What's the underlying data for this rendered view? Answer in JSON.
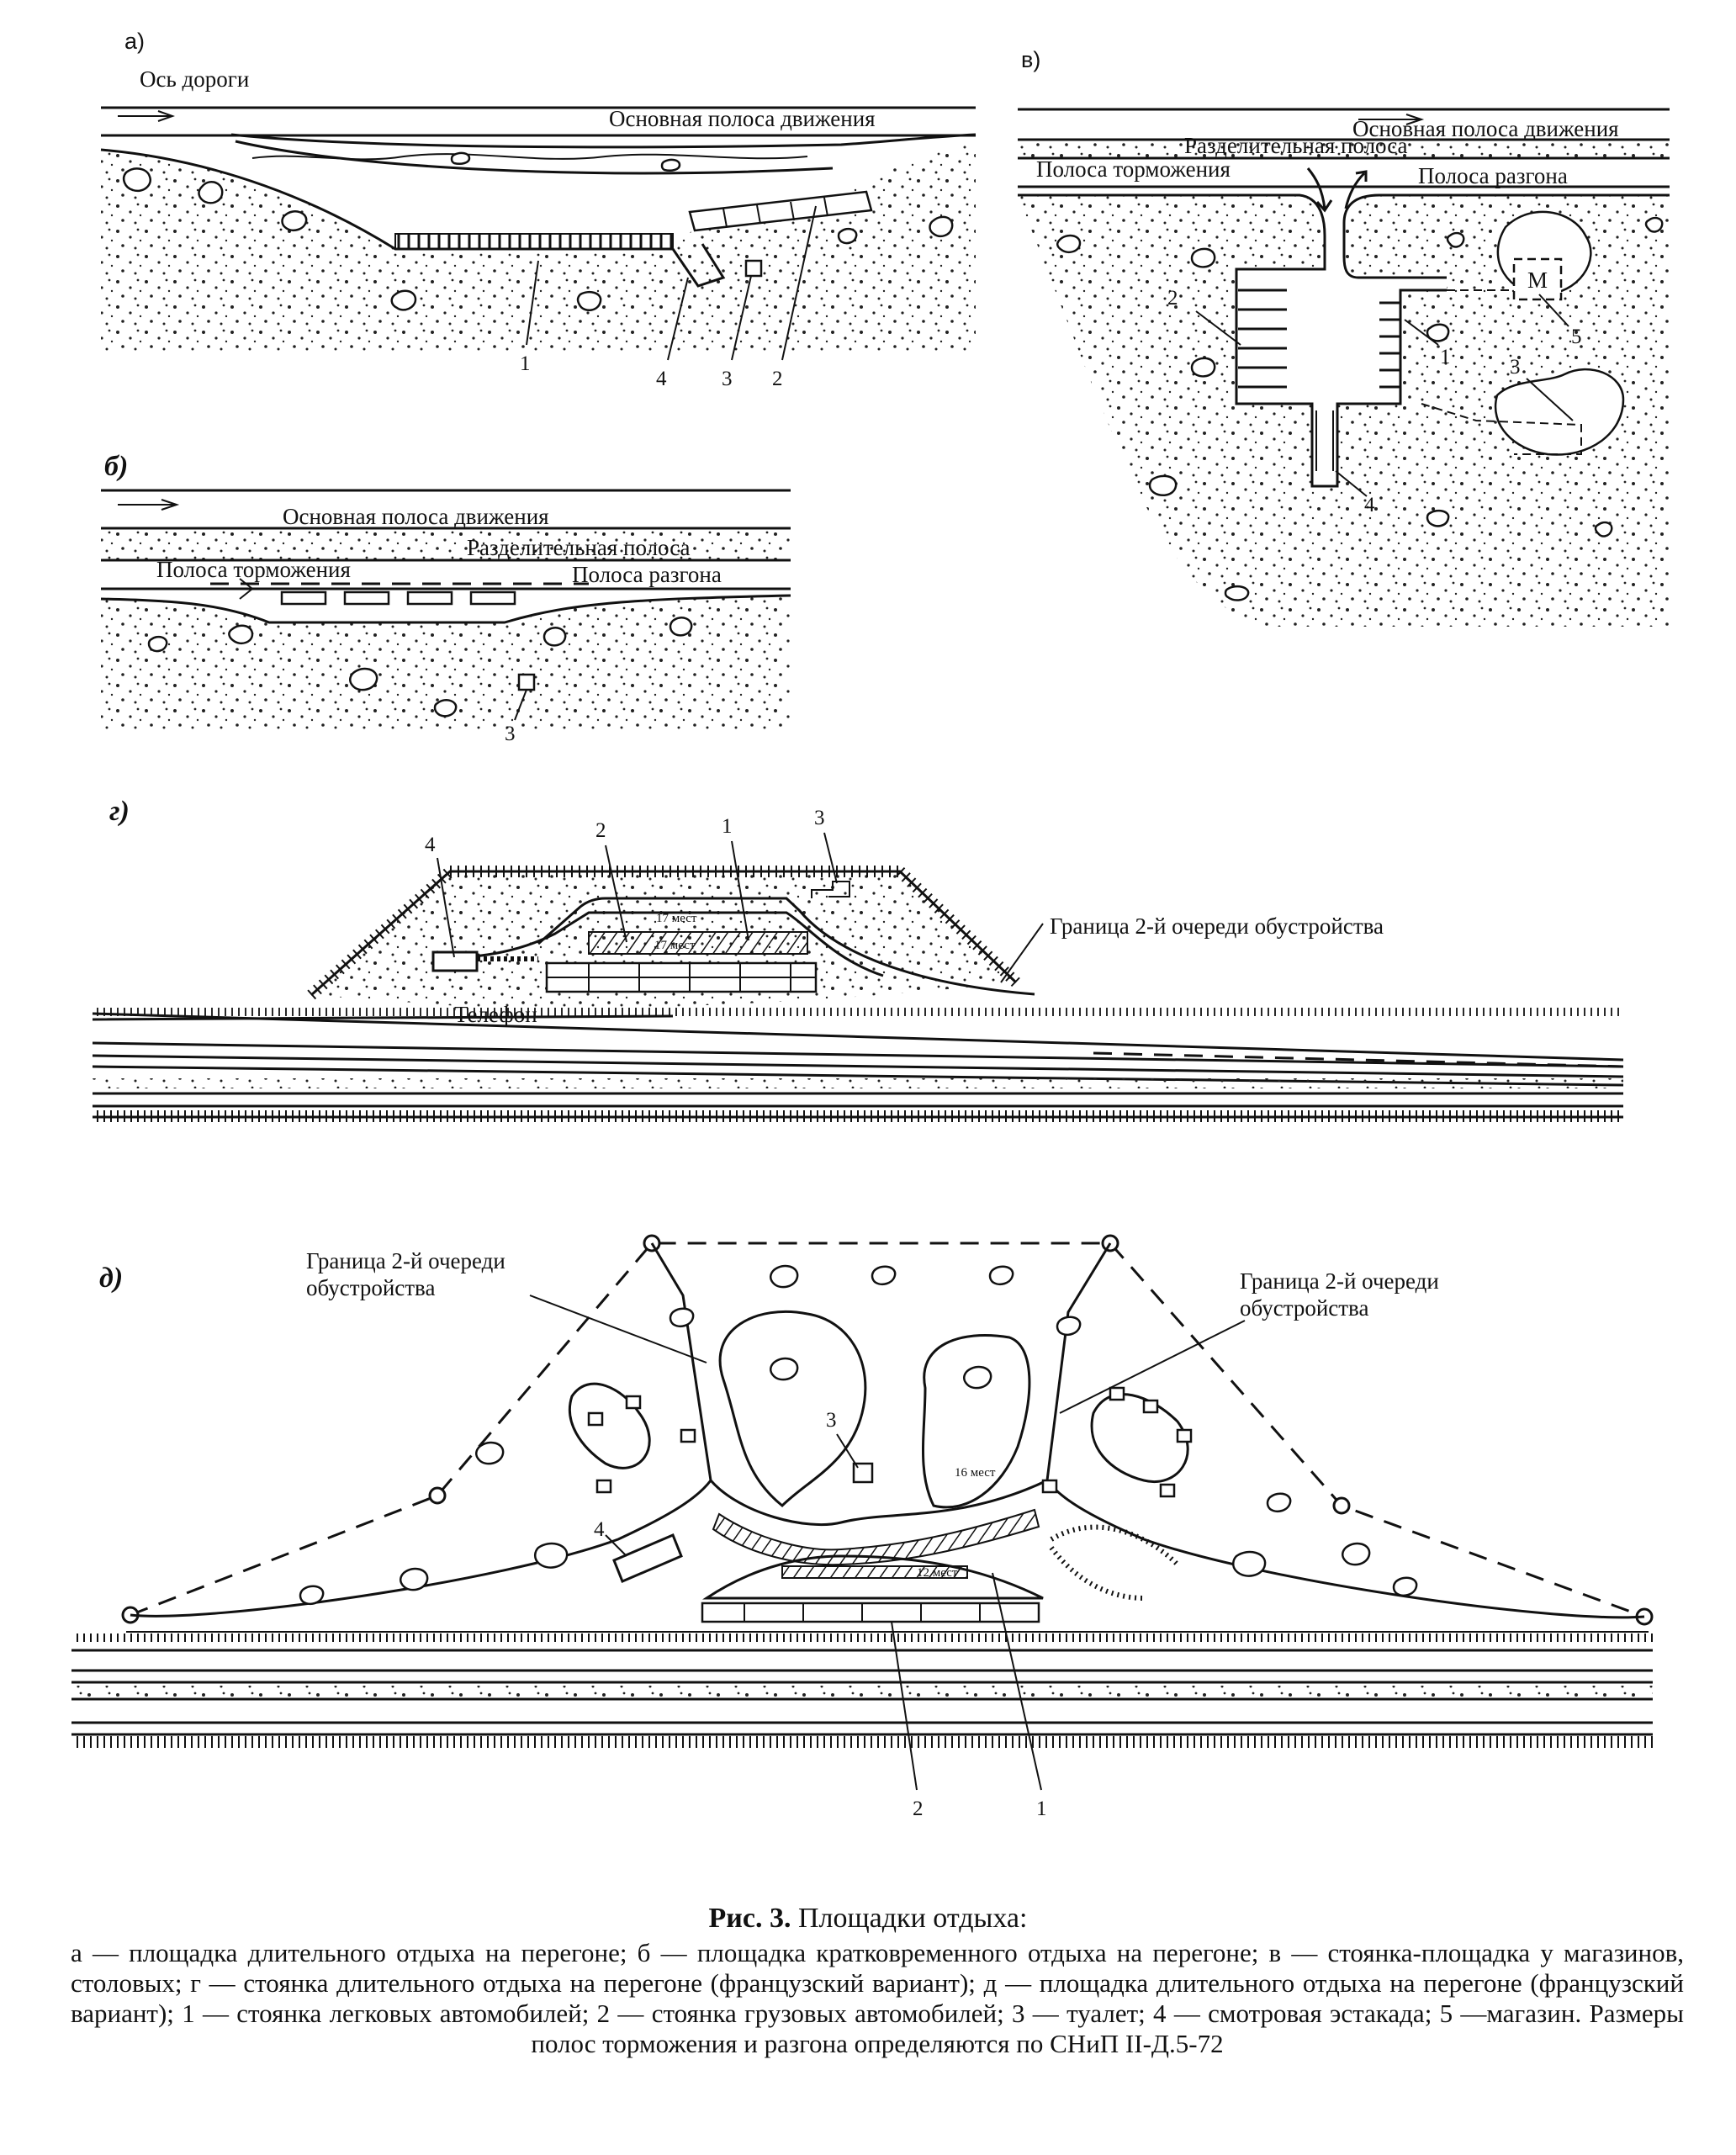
{
  "panels": {
    "a": {
      "letter": "а)",
      "road_axis": "Ось дороги",
      "main_lane": "Основная полоса движения",
      "callouts": [
        "1",
        "4",
        "3",
        "2"
      ]
    },
    "b": {
      "letter": "б)",
      "main_lane": "Основная полоса движения",
      "median": "Разделительная полоса",
      "decel_lane": "Полоса торможения",
      "accel_lane": "Полоса разгона",
      "callouts": [
        "3"
      ]
    },
    "v": {
      "letter": "в)",
      "main_lane": "Основная полоса движения",
      "median": "Разделительная полоса",
      "decel_lane": "Полоса торможения",
      "accel_lane": "Полоса разгона",
      "shop_mark": "М",
      "callouts": [
        "2",
        "1",
        "5",
        "3",
        "4"
      ]
    },
    "g": {
      "letter": "г)",
      "boundary": "Граница 2-й очереди обустройства",
      "phone": "Телефон",
      "places_a": "17 мест",
      "places_b": "17 мест",
      "callouts": [
        "4",
        "2",
        "1",
        "3"
      ]
    },
    "d": {
      "letter": "д)",
      "boundary_left_l1": "Граница 2-й очереди",
      "boundary_left_l2": "обустройства",
      "boundary_right_l1": "Граница 2-й очереди",
      "boundary_right_l2": "обустройства",
      "places_a": "16 мест",
      "places_b": "12 мест",
      "callouts": [
        "3",
        "4",
        "2",
        "1"
      ]
    }
  },
  "caption": {
    "prefix": "Рис. 3.",
    "title": "Площадки отдыха:",
    "body": "а — площадка длительного отдыха на перегоне; б — площадка кратковременного отдыха на перегоне; в — стоянка-площадка у магазинов, столовых; г — стоянка длительного отдыха на перегоне (французский вариант); д — площадка длительного отдыха на перегоне (французский вариант); 1 — стоянка легковых автомобилей; 2 — стоянка грузовых автомобилей; 3 — туалет; 4 — смотровая эстакада; 5 —магазин. Размеры полос торможения и разгона определяются по СНиП II-Д.5-72"
  }
}
